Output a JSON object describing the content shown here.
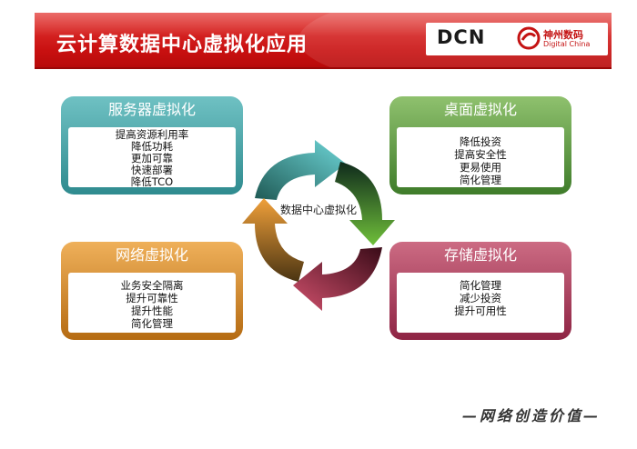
{
  "header": {
    "title": "云计算数据中心虚拟化应用",
    "brand_dcn": "DCN",
    "brand_cn": "神州数码",
    "brand_en": "Digital China"
  },
  "center": {
    "label": "数据中心虚拟化"
  },
  "boxes": {
    "server": {
      "title": "服务器虚拟化",
      "items": [
        "提高资源利用率",
        "降低功耗",
        "更加可靠",
        "快速部署",
        "降低TCO"
      ]
    },
    "desktop": {
      "title": "桌面虚拟化",
      "items": [
        "降低投资",
        "提高安全性",
        "更易使用",
        "简化管理"
      ]
    },
    "network": {
      "title": "网络虚拟化",
      "items": [
        "业务安全隔离",
        "提升可靠性",
        "提升性能",
        "简化管理"
      ]
    },
    "storage": {
      "title": "存储虚拟化",
      "items": [
        "简化管理",
        "减少投资",
        "提升可用性"
      ]
    }
  },
  "footer": {
    "slogan": "—网络创造价值—"
  },
  "colors": {
    "banner_red": "#c81010",
    "server_teal": "#2f8b8f",
    "desktop_green": "#3f7c2a",
    "network_orange": "#b56b12",
    "storage_maroon": "#8e2444"
  }
}
